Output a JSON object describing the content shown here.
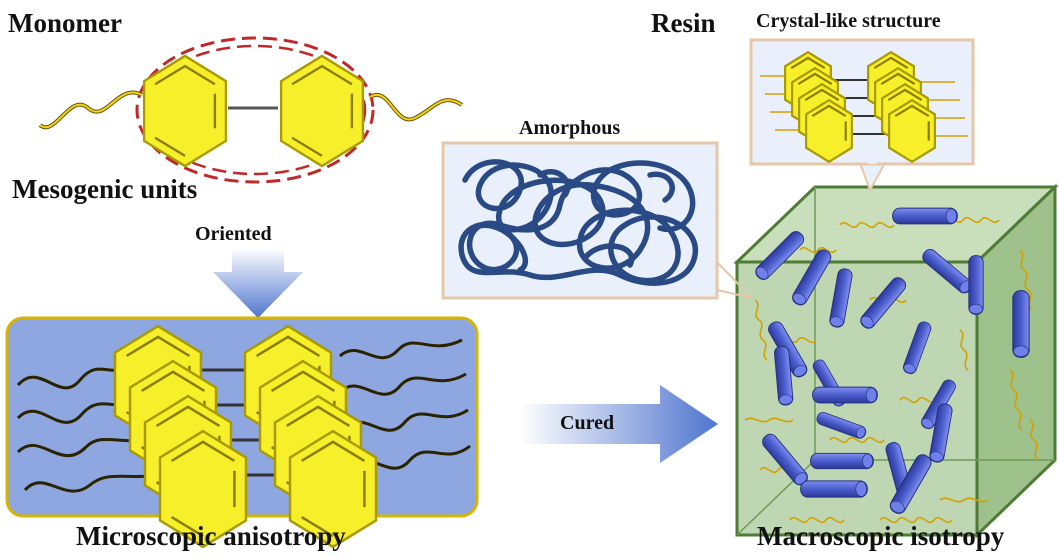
{
  "labels": {
    "monomer": "Monomer",
    "resin": "Resin",
    "crystal_like": "Crystal-like structure",
    "amorphous": "Amorphous",
    "mesogenic_units": "Mesogenic units",
    "oriented": "Oriented",
    "cured": "Cured",
    "microscopic_anisotropy": "Microscopic anisotropy",
    "macroscopic_isotropy": "Macroscopic isotropy"
  },
  "colors": {
    "benzene_fill": "#f7ef2a",
    "benzene_stroke": "#b3a400",
    "chain": "#d9a800",
    "panel_blue": "#8fa7e0",
    "panel_border": "#d6b400",
    "cube_face": "#b9d3aa",
    "cube_edge": "#4f7c35",
    "rod": "#4b5dcc",
    "tangle": "#3d5d9a",
    "inset_bg": "#e9f0fb",
    "inset_border": "#e6c7a8",
    "ellipse_dash": "#c0282a",
    "arrow_blue": "#5b7fcf"
  }
}
